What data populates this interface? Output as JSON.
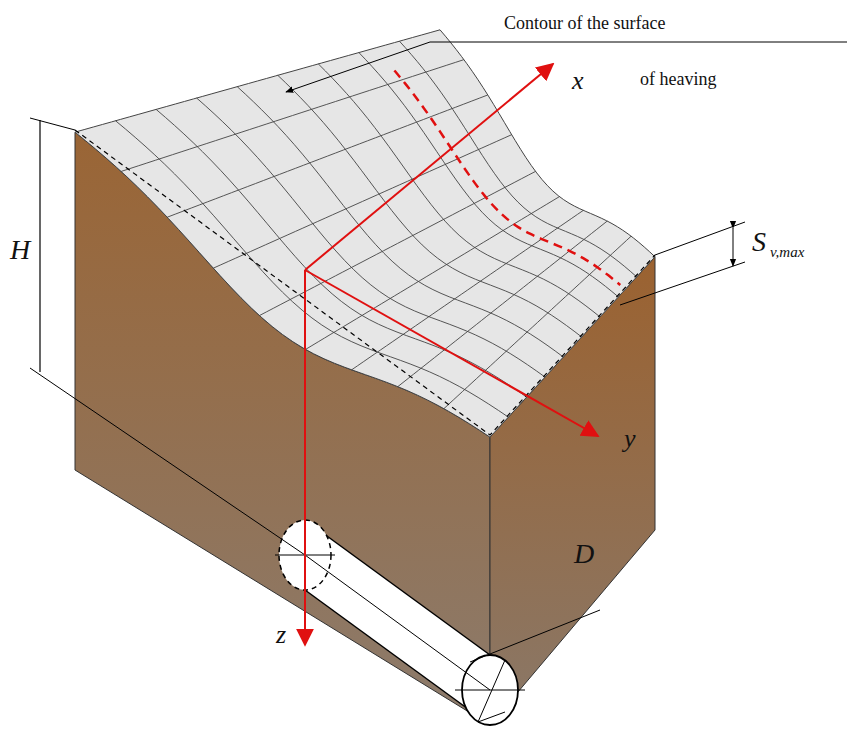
{
  "diagram": {
    "labels": [
      "Contour of the surface",
      "of heaving",
      "x",
      "y",
      "z",
      "H",
      "S",
      "v,max",
      "D"
    ]
  }
}
